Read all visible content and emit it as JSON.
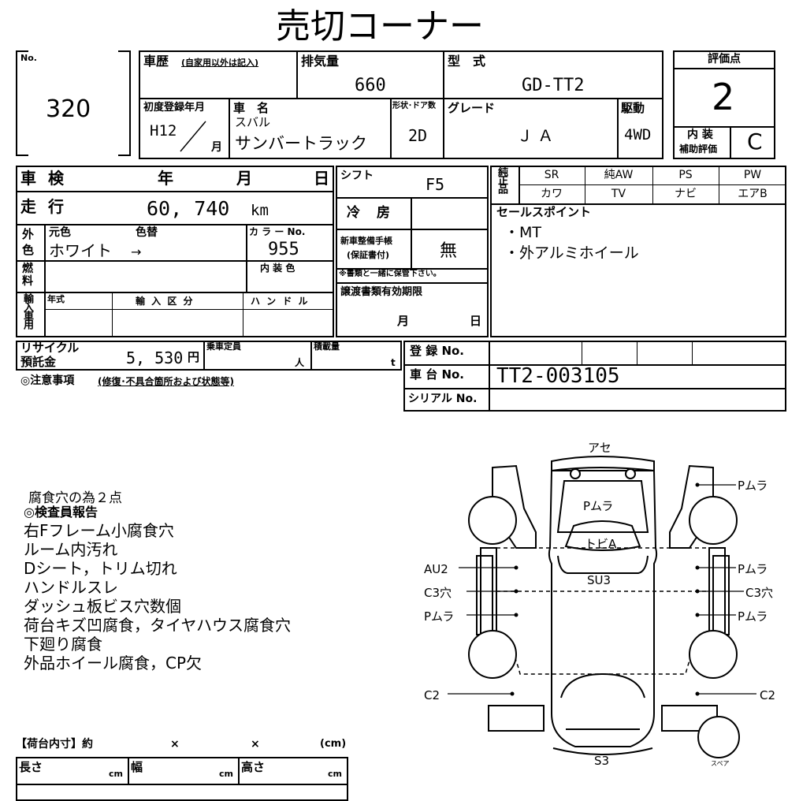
{
  "title": "売切コーナー",
  "lot": {
    "label": "No.",
    "number": "320"
  },
  "history": {
    "label": "車歴",
    "note": "(自家用以外は記入)"
  },
  "displacement": {
    "label": "排気量",
    "value": "660"
  },
  "model": {
    "label": "型　式",
    "value": "GD-TT2"
  },
  "score": {
    "label": "評価点",
    "value": "2",
    "interior_label_1": "内 装",
    "interior_label_2": "補助評価",
    "interior_value": "C"
  },
  "first_reg": {
    "label": "初度登録年月",
    "year": "H12",
    "month_label": "月"
  },
  "car_name": {
    "label": "車　名",
    "maker": "スバル",
    "name": "サンバートラック"
  },
  "doors": {
    "label": "形状･ドア数",
    "value": "2D"
  },
  "grade": {
    "label": "グレード",
    "value": "Ｊ Ａ"
  },
  "drive": {
    "label": "駆動",
    "value": "4WD"
  },
  "inspection": {
    "label": "車 検",
    "year": "年",
    "month": "月",
    "day": "日"
  },
  "mileage": {
    "label": "走 行",
    "value": "60, 740",
    "unit": "km"
  },
  "color": {
    "label_top": "外",
    "label_bottom": "色",
    "orig_label": "元色",
    "change_label": "色替",
    "value": "ホワイト",
    "arrow": "→",
    "code_label": "カ ラ ー No.",
    "code": "955",
    "interior_label": "内 装 色"
  },
  "fuel": {
    "label_top": "燃",
    "label_bottom": "料"
  },
  "import": {
    "label": "輸入車用",
    "year_label": "年式",
    "type_label": "輸 入 区 分",
    "handle_label": "ハ ン ド ル"
  },
  "shift": {
    "label": "シフト",
    "value": "F5"
  },
  "aircon": {
    "label": "冷　房"
  },
  "manual": {
    "label_1": "新車整備手帳",
    "label_2": "(保証書付)",
    "value": "無",
    "note": "※書類と一緒に保管下さい。"
  },
  "transfer": {
    "label": "譲渡書類有効期限",
    "month": "月",
    "day": "日"
  },
  "equipment": {
    "label": "純正品",
    "row1": [
      "SR",
      "純AW",
      "PS",
      "PW"
    ],
    "row2": [
      "カワ",
      "TV",
      "ナビ",
      "エアB"
    ]
  },
  "sales_points": {
    "label": "セールスポイント",
    "items": [
      "・MT",
      "・外アルミホイール"
    ]
  },
  "recycle": {
    "label_1": "リサイクル",
    "label_2": "預託金",
    "value": "5, 530",
    "unit": "円"
  },
  "capacity": {
    "label": "乗車定員",
    "unit": "人"
  },
  "load": {
    "label": "積載量",
    "unit": "t"
  },
  "caution": {
    "label": "◎注意事項",
    "note": "(修復･不具合箇所および状態等)"
  },
  "registration": {
    "label": "登 録 No."
  },
  "chassis": {
    "label": "車 台 No.",
    "value": "TT2-003105"
  },
  "serial": {
    "label": "シリアル No."
  },
  "inspector": {
    "pre_note": "腐食穴の為２点",
    "heading": "◎検査員報告",
    "lines": [
      "右Fフレーム小腐食穴",
      "ルーム内汚れ",
      "Dシート，トリム切れ",
      "ハンドルスレ",
      "ダッシュ板ビス穴数個",
      "荷台キズ凹腐食，タイヤハウス腐食穴",
      "下廻り腐食",
      "外品ホイール腐食，CP欠"
    ]
  },
  "bed": {
    "label": "【荷台内寸】約",
    "x1": "×",
    "x2": "×",
    "unit_cm": "(cm)",
    "length": "長さ",
    "width": "幅",
    "height": "高さ",
    "cm": "cm"
  },
  "diagram": {
    "top": "アセ",
    "bottom": "S3",
    "spare": "スペア",
    "roof": "Pムラ",
    "glass": "トビA",
    "bed": "SU3",
    "left": [
      "AU2",
      "C3穴",
      "Pムラ",
      "C2"
    ],
    "right": [
      "Pムラ",
      "Pムラ",
      "C3穴",
      "Pムラ",
      "C2"
    ]
  }
}
